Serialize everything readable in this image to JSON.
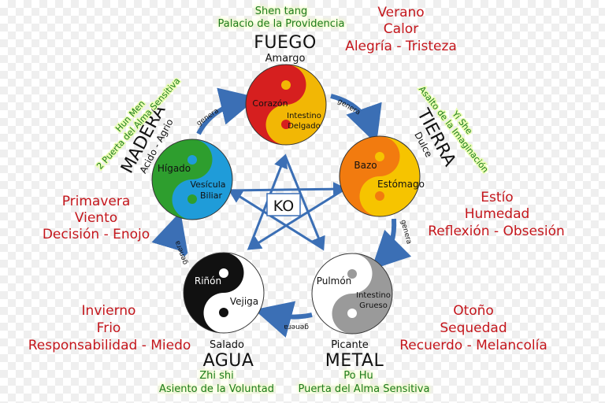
{
  "center": {
    "label": "KO"
  },
  "generates_label": "genera",
  "elements": {
    "fire": {
      "name": "FUEGO",
      "taste": "Amargo",
      "organs": [
        "Corazón",
        "Intestino",
        "Delgado"
      ],
      "spirit": [
        "Shen tang",
        "Palacio de la Providencia"
      ],
      "attributes": [
        "Verano",
        "Calor",
        "Alegría - Tristeza"
      ],
      "colors": [
        "#d61f1f",
        "#f2b705"
      ]
    },
    "earth": {
      "name": "TIERRA",
      "taste": "Dulce",
      "organs": [
        "Bazo",
        "Estómago"
      ],
      "spirit": [
        "Yi She",
        "Asalto de la Imaginación"
      ],
      "attributes": [
        "Estío",
        "Humedad",
        "Reflexión - Obsesión"
      ],
      "colors": [
        "#f27b0f",
        "#f6c400"
      ]
    },
    "metal": {
      "name": "METAL",
      "taste": "Picante",
      "organs": [
        "Pulmón",
        "Intestino",
        "Grueso"
      ],
      "spirit": [
        "Po Hu",
        "Puerta del Alma Sensitiva"
      ],
      "attributes": [
        "Otoño",
        "Sequedad",
        "Recuerdo - Melancolía"
      ],
      "colors": [
        "#ffffff",
        "#9a9a9a"
      ]
    },
    "water": {
      "name": "AGUA",
      "taste": "Salado",
      "organs": [
        "Riñón",
        "Vejiga"
      ],
      "spirit": [
        "Zhi shi",
        "Asiento de la Voluntad"
      ],
      "attributes": [
        "Invierno",
        "Frio",
        "Responsabilidad - Miedo"
      ],
      "colors": [
        "#111111",
        "#ffffff"
      ]
    },
    "wood": {
      "name": "MADERA",
      "taste": "Acido - Agrio",
      "organs": [
        "Hígado",
        "Vesícula",
        "Biliar"
      ],
      "spirit": [
        "Hun Men",
        "2 Puerta del Alma Sensitiva"
      ],
      "attributes": [
        "Primavera",
        "Viento",
        "Decisión - Enojo"
      ],
      "colors": [
        "#2e9e2e",
        "#1f9cd9"
      ]
    }
  },
  "arrow_color": "#3b6fb5"
}
